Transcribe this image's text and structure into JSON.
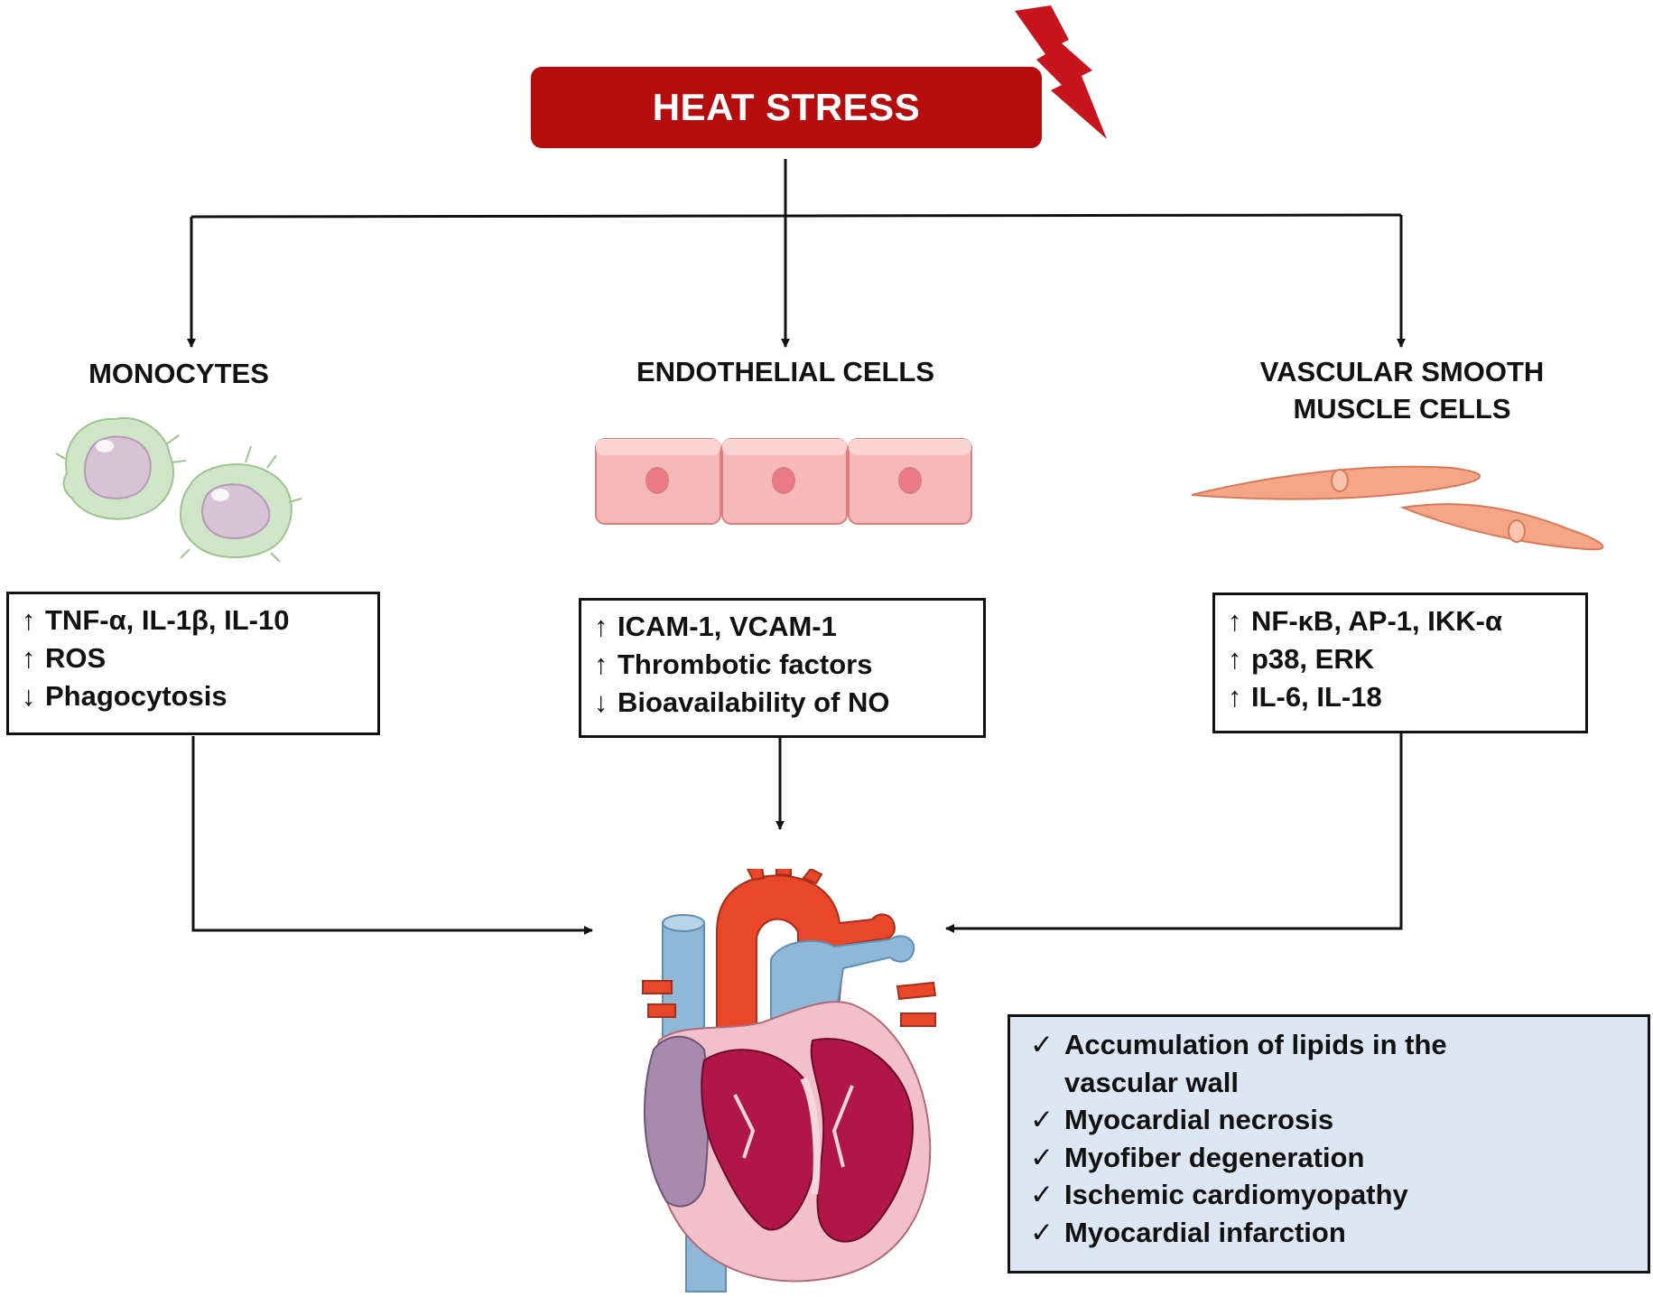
{
  "header": {
    "title": "HEAT STRESS"
  },
  "columns": [
    {
      "title_lines": [
        "MONOCYTES"
      ],
      "effects": [
        {
          "arrow": "↑",
          "text": "TNF-α, IL-1β, IL-10"
        },
        {
          "arrow": "↑",
          "text": "ROS"
        },
        {
          "arrow": "↓",
          "text": "Phagocytosis"
        }
      ]
    },
    {
      "title_lines": [
        "ENDOTHELIAL CELLS"
      ],
      "effects": [
        {
          "arrow": "↑",
          "text": "ICAM-1, VCAM-1"
        },
        {
          "arrow": "↑",
          "text": "Thrombotic factors"
        },
        {
          "arrow": "↓",
          "text": "Bioavailability of NO"
        }
      ]
    },
    {
      "title_lines": [
        "VASCULAR SMOOTH",
        "MUSCLE CELLS"
      ],
      "effects": [
        {
          "arrow": "↑",
          "text": "NF-κB, AP-1, IKK-α"
        },
        {
          "arrow": "↑",
          "text": "p38, ERK"
        },
        {
          "arrow": "↑",
          "text": "IL-6, IL-18"
        }
      ]
    }
  ],
  "outcomes": {
    "check": "✓",
    "items": [
      {
        "lines": [
          "Accumulation of lipids in the",
          "vascular wall"
        ]
      },
      {
        "lines": [
          "Myocardial necrosis"
        ]
      },
      {
        "lines": [
          "Myofiber degeneration"
        ]
      },
      {
        "lines": [
          "Ischemic cardiomyopathy"
        ]
      },
      {
        "lines": [
          "Myocardial infarction"
        ]
      }
    ]
  },
  "colors": {
    "header_red": "#b50d0d",
    "monocyte_green": "#cfe6c8",
    "monocyte_nucleus": "#d8c2d6",
    "endothelial_pink": "#f2a9ab",
    "smooth_muscle_salmon": "#f6a688",
    "outcome_bg": "#dde7f3",
    "heart_red": "#e8472a",
    "heart_blue": "#8fb7d6",
    "heart_crimson": "#b0164a"
  }
}
